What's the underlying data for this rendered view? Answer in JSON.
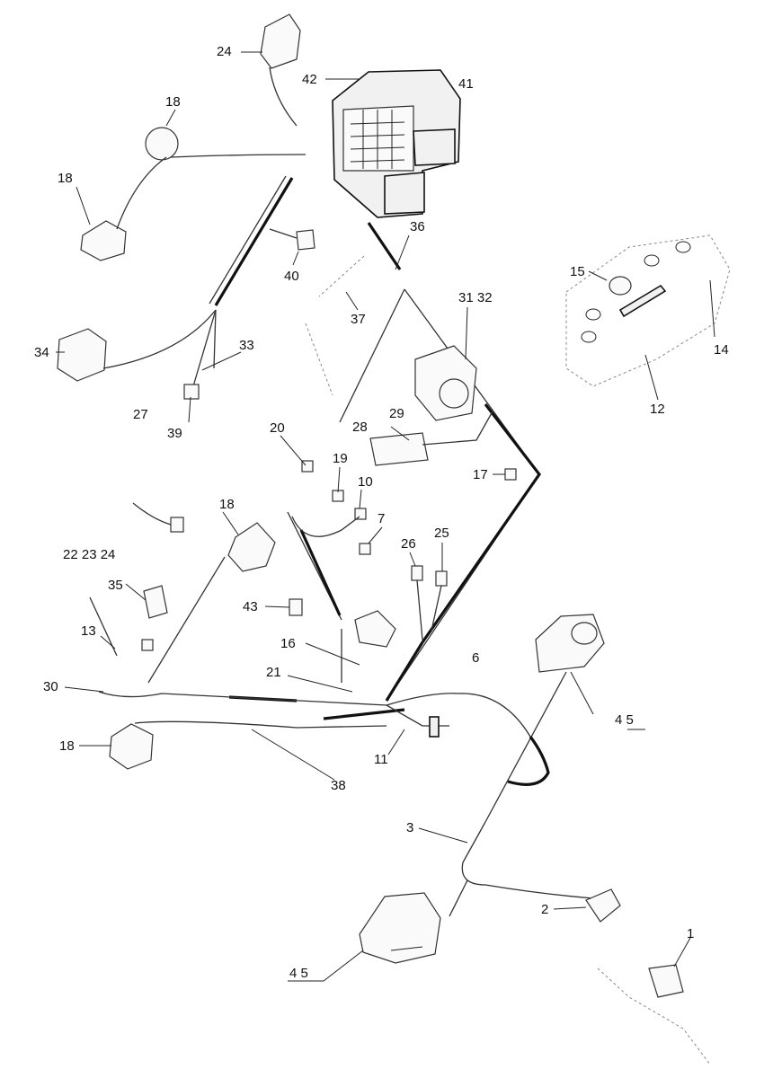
{
  "callouts": [
    {
      "id": "c24-top",
      "text": "24"
    },
    {
      "id": "c42",
      "text": "42"
    },
    {
      "id": "c41",
      "text": "41"
    },
    {
      "id": "c18-a",
      "text": "18"
    },
    {
      "id": "c18-b",
      "text": "18"
    },
    {
      "id": "c36",
      "text": "36"
    },
    {
      "id": "c40",
      "text": "40"
    },
    {
      "id": "c15",
      "text": "15"
    },
    {
      "id": "c14",
      "text": "14"
    },
    {
      "id": "c12",
      "text": "12"
    },
    {
      "id": "c37",
      "text": "37"
    },
    {
      "id": "c31-32",
      "text": "31 32"
    },
    {
      "id": "c34",
      "text": "34"
    },
    {
      "id": "c33",
      "text": "33"
    },
    {
      "id": "c27",
      "text": "27"
    },
    {
      "id": "c39",
      "text": "39"
    },
    {
      "id": "c28",
      "text": "28"
    },
    {
      "id": "c29",
      "text": "29"
    },
    {
      "id": "c20",
      "text": "20"
    },
    {
      "id": "c19",
      "text": "19"
    },
    {
      "id": "c10",
      "text": "10"
    },
    {
      "id": "c17",
      "text": "17"
    },
    {
      "id": "c18-c",
      "text": "18"
    },
    {
      "id": "c7",
      "text": "7"
    },
    {
      "id": "c26",
      "text": "26"
    },
    {
      "id": "c25",
      "text": "25"
    },
    {
      "id": "c22-23-24",
      "text": "22  23  24"
    },
    {
      "id": "c35",
      "text": "35"
    },
    {
      "id": "c13",
      "text": "13"
    },
    {
      "id": "c43",
      "text": "43"
    },
    {
      "id": "c16",
      "text": "16"
    },
    {
      "id": "c6",
      "text": "6"
    },
    {
      "id": "c21",
      "text": "21"
    },
    {
      "id": "c30",
      "text": "30"
    },
    {
      "id": "c4-5-a",
      "text": "4  5"
    },
    {
      "id": "c18-d",
      "text": "18"
    },
    {
      "id": "c11",
      "text": "11"
    },
    {
      "id": "c38",
      "text": "38"
    },
    {
      "id": "c3",
      "text": "3"
    },
    {
      "id": "c2",
      "text": "2"
    },
    {
      "id": "c1",
      "text": "1"
    },
    {
      "id": "c4-5-b",
      "text": "4  5"
    }
  ]
}
